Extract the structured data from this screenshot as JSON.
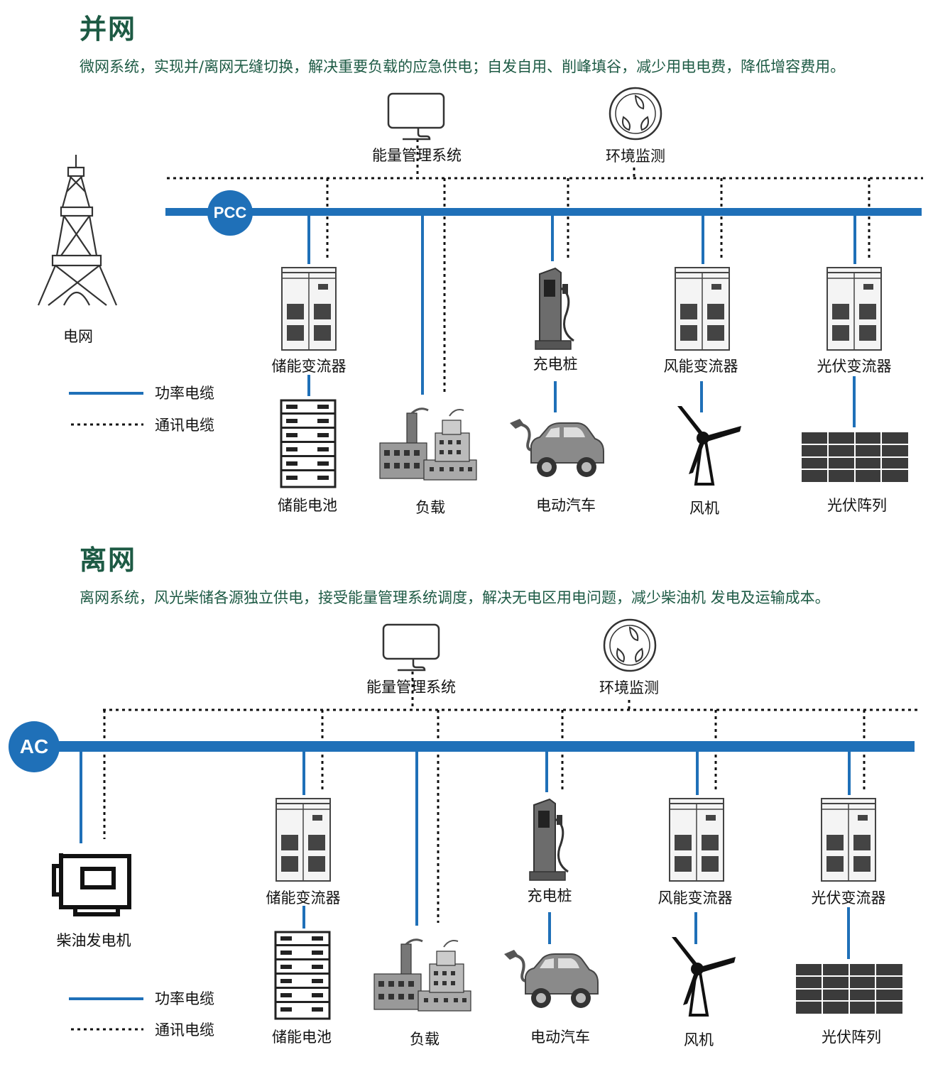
{
  "grid": {
    "title": "并网",
    "description": "微网系统，实现并/离网无缝切换，解决重要负载的应急供电；自发自用、削峰填谷，减少用电电费，降低增容费用。",
    "bus_badge": "PCC",
    "labels": {
      "ems": "能量管理系统",
      "env": "环境监测",
      "grid": "电网",
      "storage_pcs": "储能变流器",
      "charger": "充电桩",
      "wind_pcs": "风能变流器",
      "pv_pcs": "光伏变流器",
      "battery": "储能电池",
      "load": "负载",
      "ev": "电动汽车",
      "turbine": "风机",
      "pv_array": "光伏阵列"
    },
    "legend": {
      "power": "功率电缆",
      "comm": "通讯电缆"
    }
  },
  "island": {
    "title": "离网",
    "description": "离网系统，风光柴储各源独立供电，接受能量管理系统调度，解决无电区用电问题，减少柴油机 发电及运输成本。",
    "bus_badge": "AC",
    "labels": {
      "ems": "能量管理系统",
      "env": "环境监测",
      "genset": "柴油发电机",
      "storage_pcs": "储能变流器",
      "charger": "充电桩",
      "wind_pcs": "风能变流器",
      "pv_pcs": "光伏变流器",
      "battery": "储能电池",
      "load": "负载",
      "ev": "电动汽车",
      "turbine": "风机",
      "pv_array": "光伏阵列"
    },
    "legend": {
      "power": "功率电缆",
      "comm": "通讯电缆"
    }
  },
  "colors": {
    "title": "#1d5a44",
    "bus": "#1f70b8",
    "device": "#444444"
  }
}
